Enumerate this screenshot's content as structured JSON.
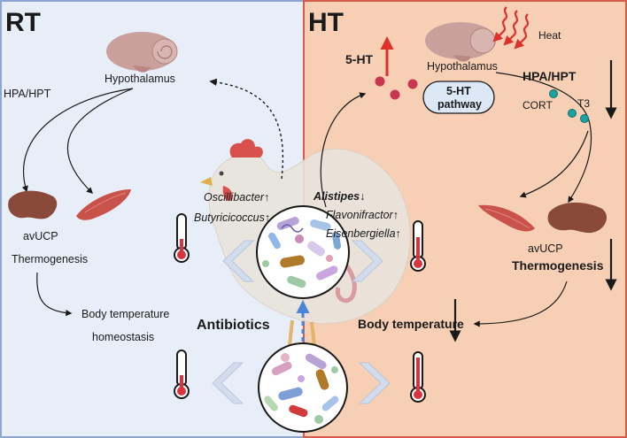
{
  "panels": {
    "rt": {
      "title": "RT",
      "bg": "#e8eef8",
      "border": "#8ea6d4"
    },
    "ht": {
      "title": "HT",
      "bg": "#f6cfb4",
      "border": "#d85a4a"
    }
  },
  "rt": {
    "hypothalamus": "Hypothalamus",
    "axis": "HPA/HPT",
    "avucp": "avUCP",
    "thermogenesis": "Thermogenesis",
    "body_temp_line1": "Body temperature",
    "body_temp_line2": "homeostasis"
  },
  "ht": {
    "heat": "Heat",
    "hypothalamus": "Hypothalamus",
    "serotonin": "5-HT",
    "pathway_line1": "5-HT",
    "pathway_line2": "pathway",
    "axis": "HPA/HPT",
    "cort": "CORT",
    "t3": "T3",
    "avucp": "avUCP",
    "thermogenesis": "Thermogenesis",
    "body_temp": "Body temperature"
  },
  "bacteria": {
    "oscillibacter": "Oscillibacter↑",
    "butyricicoccus": "Butyricicoccus↑",
    "alistipes": "Alistipes↓",
    "flavonifractor": "Flavonifractor↑",
    "eisenbergiella": "Eisenbergiella↑"
  },
  "antibiotics": "Antibiotics",
  "colors": {
    "accent_red": "#e0302a",
    "accent_blue": "#4a86d8",
    "thermo_red": "#d9343e",
    "muscle": "#c9534b",
    "liver": "#8a4a3a",
    "brain": "#c9a09c",
    "teal_dot": "#1aa3a3",
    "crimson_dot": "#c8374f"
  },
  "icons": [
    "brain-icon",
    "liver-icon",
    "muscle-icon",
    "thermometer-icon",
    "chicken-icon",
    "microbiota-icon",
    "heat-waves-icon"
  ]
}
